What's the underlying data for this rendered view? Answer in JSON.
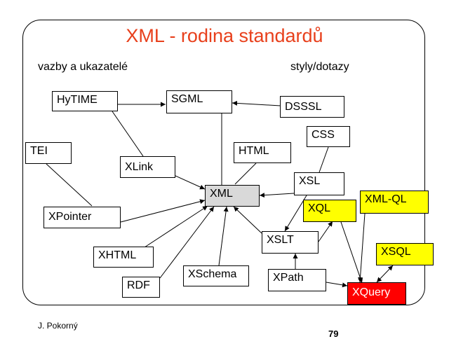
{
  "title": "XML - rodina standardů",
  "subtitles": {
    "left": "vazby a ukazatelé",
    "right": "styly/dotazy"
  },
  "nodes": {
    "hytime": "HyTIME",
    "sgml": "SGML",
    "dsssl": "DSSSL",
    "tei": "TEI",
    "xlink": "XLink",
    "html": "HTML",
    "css": "CSS",
    "xsl": "XSL",
    "xml": "XML",
    "xmlql": "XML-QL",
    "xql": "XQL",
    "xpointer": "XPointer",
    "xslt": "XSLT",
    "xsql": "XSQL",
    "xhtml": "XHTML",
    "xschema": "XSchema",
    "xpath": "XPath",
    "rdf": "RDF",
    "xquery": "XQuery"
  },
  "colors": {
    "title": "#e8401c",
    "xml_fill": "#d9d9d9",
    "highlight_fill": "#ffff00",
    "xquery_fill": "#ff0000"
  },
  "footer": {
    "author": "J. Pokorný",
    "page": "79"
  }
}
